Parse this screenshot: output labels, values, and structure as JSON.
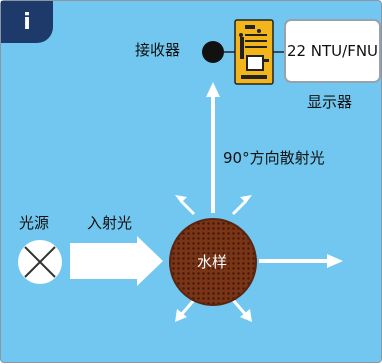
{
  "badge": "i",
  "labels": {
    "receiver": "接收器",
    "display_value": "22 NTU/FNU",
    "display": "显示器",
    "scatter_90": "90°方向散射光",
    "light_source": "光源",
    "incident_light": "入射光",
    "sample": "水样"
  },
  "colors": {
    "background": "#71c7ef",
    "badge": "#1e3a6b",
    "sample": "#6b2e14",
    "circuit": "#f0b418"
  }
}
